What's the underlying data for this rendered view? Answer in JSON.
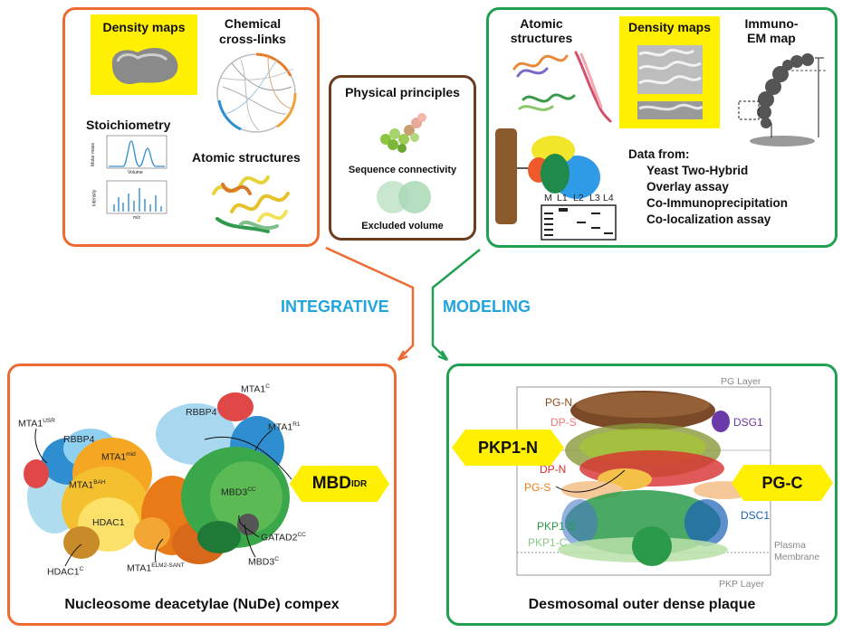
{
  "top_left": {
    "density_maps": "Density maps",
    "crosslinks": "Chemical cross-links",
    "stoichiometry": "Stoichiometry",
    "atomic_structures": "Atomic structures",
    "spectrum_axis_1": "Molar mass",
    "spectrum_xlabel_1": "Volume",
    "spectrum_axis_2": "Intensity",
    "spectrum_xlabel_2": "m/z"
  },
  "center_top": {
    "physical_principles": "Physical principles",
    "sequence_connectivity": "Sequence connectivity",
    "excluded_volume": "Excluded volume"
  },
  "top_right": {
    "atomic_structures": "Atomic structures",
    "density_maps": "Density maps",
    "immuno_em": "Immuno-EM map",
    "data_from": "Data from:",
    "assays": [
      "Yeast Two-Hybrid",
      "Overlay assay",
      "Co-Immunoprecipitation",
      "Co-localization assay"
    ],
    "lanes": [
      "M",
      "L1",
      "L2",
      "L3",
      "L4"
    ]
  },
  "middle": {
    "integrative": "INTEGRATIVE",
    "modeling": "MODELING"
  },
  "bottom_left": {
    "caption": "Nucleosome deacetylae (NuDe) compex",
    "tag_main": "MBD",
    "tag_sup": "IDR",
    "labels": {
      "mta1c_main": "MTA1",
      "mta1c_sup": "C",
      "mta1usr_main": "MTA1",
      "mta1usr_sup": "USR",
      "rbbp4_top": "RBBP4",
      "mta1r1_main": "MTA1",
      "mta1r1_sup": "R1",
      "rbbp4_left": "RBBP4",
      "mta1mid_main": "MTA1",
      "mta1mid_sup": "mid",
      "mta1bah_main": "MTA1",
      "mta1bah_sup": "BAH",
      "mbd3cc_main": "MBD3",
      "mbd3cc_sup": "CC",
      "hdac1": "HDAC1",
      "gatad2_main": "GATAD2",
      "gatad2_sup": "CC",
      "mta1elm_main": "MTA1",
      "mta1elm_sup": "ELM2-SANT",
      "mbd3c_main": "MBD3",
      "mbd3c_sup": "C",
      "hdac1c_main": "HDAC1",
      "hdac1c_sup": "C"
    }
  },
  "bottom_right": {
    "caption": "Desmosomal outer dense plaque",
    "tag_left": "PKP1-N",
    "tag_right": "PG-C",
    "pg_layer": "PG Layer",
    "pkp_layer": "PKP Layer",
    "plasma_membrane": "Plasma Membrane",
    "labels": {
      "pgn": "PG-N",
      "dps": "DP-S",
      "dsg1": "DSG1",
      "dpn": "DP-N",
      "pgs": "PG-S",
      "dsc1": "DSC1",
      "pkp1s": "PKP1-S",
      "pkp1c": "PKP1-C"
    }
  },
  "colors": {
    "orange": "#ee6a33",
    "green": "#22a052",
    "brown": "#6b3d1f",
    "yellow": "#ffef00",
    "blue_text": "#22a4dc"
  }
}
